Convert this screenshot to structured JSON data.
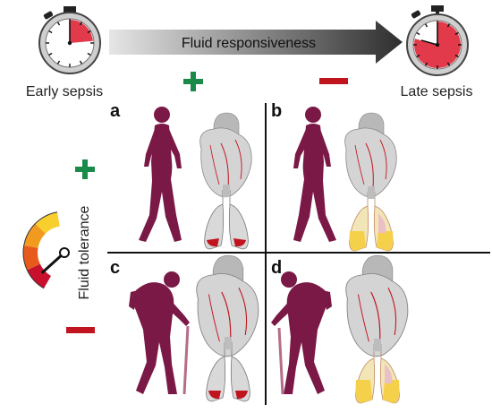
{
  "header": {
    "arrow_label": "Fluid responsiveness",
    "early_label": "Early sepsis",
    "late_label": "Late sepsis",
    "plus_symbol": "+",
    "minus_symbol": "—"
  },
  "side": {
    "axis_label": "Fluid tolerance",
    "plus_symbol": "+",
    "minus_symbol": "—"
  },
  "panels": [
    {
      "letter": "a",
      "person": "walking-adult",
      "heart": "normal",
      "lungs": "normal-lower-red"
    },
    {
      "letter": "b",
      "person": "walking-adult",
      "heart": "normal",
      "lungs": "yellow-edema"
    },
    {
      "letter": "c",
      "person": "elderly-with-cane",
      "heart": "enlarged",
      "lungs": "normal-lower-red"
    },
    {
      "letter": "d",
      "person": "elderly-with-cane",
      "heart": "enlarged",
      "lungs": "yellow-edema"
    }
  ],
  "colors": {
    "figure": "#7a1846",
    "plus": "#1a8a4a",
    "minus": "#c0141e",
    "clock_fill": "#e23a4a",
    "gauge": [
      "#c8102e",
      "#e85a1c",
      "#f29a1e",
      "#f8cf2c"
    ],
    "lung_gray": "#d9d9d9",
    "lung_yellow": "#f5d76e",
    "heart_gray": "#c8c8c8"
  }
}
